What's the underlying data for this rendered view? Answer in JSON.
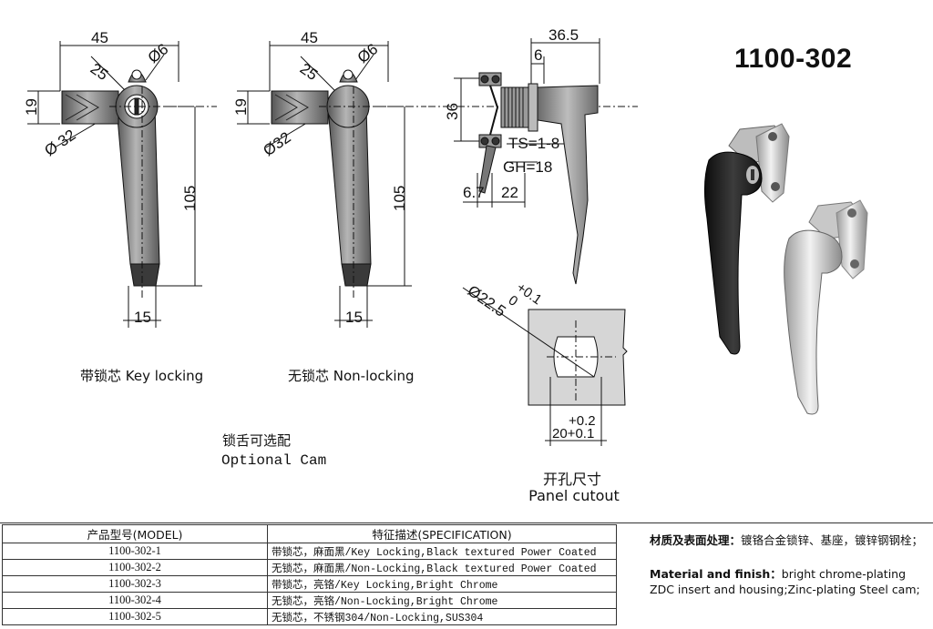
{
  "model_title": "1100-302",
  "drawings": {
    "key_locking": {
      "dim_width": "45",
      "dim_radius": "25",
      "dim_hole": "Ø6",
      "dim_height": "19",
      "dim_diameter": "Ø 32",
      "dim_length": "105",
      "dim_tip": "15",
      "caption": "带锁芯 Key locking"
    },
    "non_locking": {
      "dim_width": "45",
      "dim_radius": "25",
      "dim_hole": "Ø6",
      "dim_height": "19",
      "dim_diameter": "Ø32",
      "dim_length": "105",
      "dim_tip": "15",
      "caption": "无锁芯 Non-locking"
    },
    "side_view": {
      "dim_reach": "36.5",
      "dim_six": "6",
      "dim_height": "36",
      "ts": "TS=1-8",
      "gh": "GH=18",
      "dim_a": "6.7",
      "dim_b": "22"
    },
    "cutout": {
      "dia": "Ø22.5",
      "dia_tol": "+0.1\n0",
      "dia_tol_top": "+0.1",
      "dia_tol_bottom": "0",
      "width_tol": "+0.2",
      "width": "20+0.1",
      "caption_cn": "开孔尺寸",
      "caption_en": "Panel cutout"
    },
    "cam": {
      "caption_cn": "锁舌可选配",
      "caption_en": "Optional Cam"
    }
  },
  "spec_table": {
    "header_model": "产品型号(MODEL)",
    "header_spec": "特征描述(SPECIFICATION)",
    "rows": [
      {
        "model": "1100-302-1",
        "spec": "带锁芯，麻面黑/Key Locking,Black textured Power Coated"
      },
      {
        "model": "1100-302-2",
        "spec": "无锁芯，麻面黑/Non-Locking,Black textured Power Coated"
      },
      {
        "model": "1100-302-3",
        "spec": "带锁芯，亮铬/Key Locking,Bright Chrome"
      },
      {
        "model": "1100-302-4",
        "spec": "无锁芯，亮铬/Non-Locking,Bright Chrome"
      },
      {
        "model": "1100-302-5",
        "spec": "无锁芯，不锈钢304/Non-Locking,SUS304"
      }
    ]
  },
  "material": {
    "cn_label": "材质及表面处理：",
    "cn_text": "镀铬合金锁锌、基座，镀锌钢钢栓；",
    "en_label": "Material and finish：",
    "en_text": "bright chrome-plating ZDC insert and housing;Zinc-plating Steel cam;"
  },
  "colors": {
    "handle_black": "#1e1e1e",
    "chrome": "#c9c9c9",
    "handle_grey": "#8a8a8a"
  }
}
